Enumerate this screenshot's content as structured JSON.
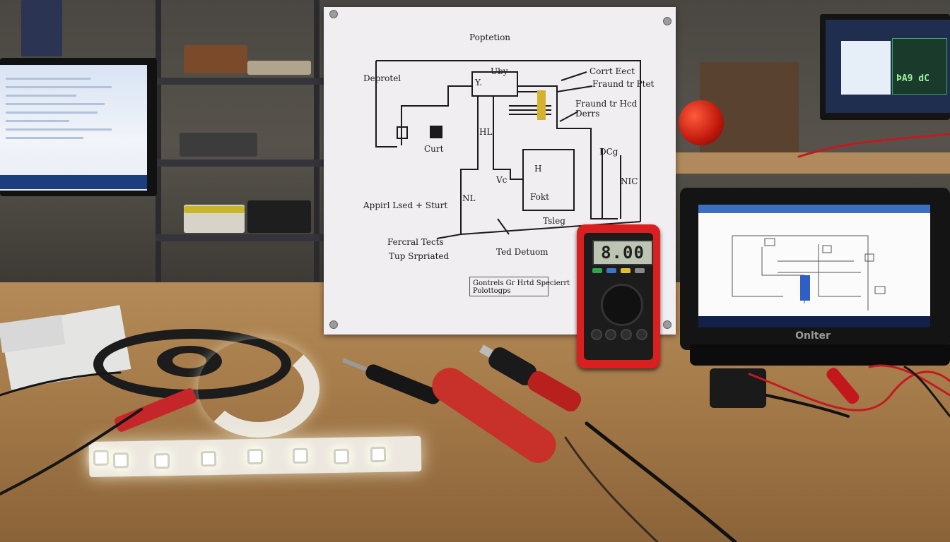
{
  "scene": {
    "description_tags": [
      "workbench",
      "electronics"
    ]
  },
  "schematic": {
    "title": "Poptetion",
    "labels": {
      "top_left": "Deprotel",
      "ic_label": "Uby",
      "ic_pin": "Y.",
      "chip_label": "Curt",
      "hl_label": "HL",
      "vc_label": "Vc",
      "h_label": "H",
      "fokt_label": "Fokt",
      "nl_label": "NL",
      "nic_label": "NIC",
      "dcg_label": "DCg",
      "tsleg_label": "Tsleg",
      "cont_label": "Corrt Eect",
      "ground_label": "Fraund tr Ptet",
      "ground2_label": "Fraund tr Hcd\nDerrs",
      "left_mid": "Appirl Lsed + Sturt",
      "bottom_left_1": "Fercral Tects",
      "bottom_left_2": "Tup Srpriated",
      "bottom_mid": "Ted Detuom",
      "note": "Gontrels Gr Hrtd Specierrt\nPolottogps"
    }
  },
  "multimeter": {
    "display": "8.00"
  },
  "back_monitor": {
    "scope_readout": "ÞA9 dC"
  },
  "laptop": {
    "brand": "Onlter"
  }
}
